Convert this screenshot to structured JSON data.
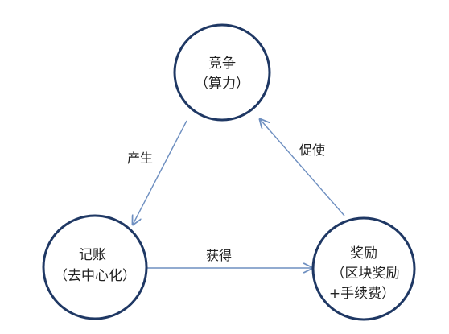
{
  "nodes": {
    "competition": {
      "line1": "竞争",
      "line2": "（算力）"
    },
    "bookkeeping": {
      "line1": "记账",
      "line2": "（去中心化）"
    },
    "reward": {
      "line1": "奖励",
      "line2": "（区块奖励",
      "line3": "+手续费）"
    }
  },
  "edges": {
    "produce": "产生",
    "obtain": "获得",
    "promote": "促使"
  },
  "colors": {
    "node_stroke": "#1f3864",
    "arrow": "#6e8fc0",
    "text": "#222222"
  }
}
